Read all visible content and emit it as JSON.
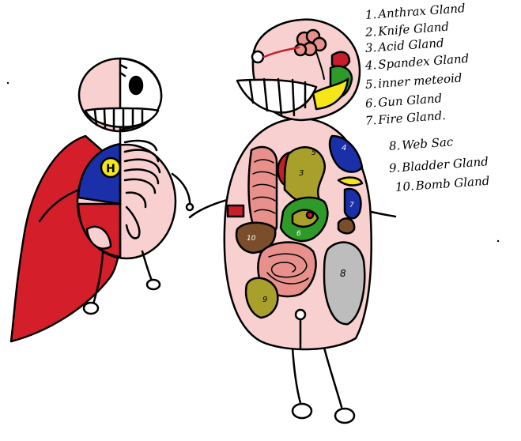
{
  "legend": {
    "items": [
      {
        "number": "1.",
        "label": "Anthrax Gland"
      },
      {
        "number": "2.",
        "label": "Knife Gland"
      },
      {
        "number": "3.",
        "label": "Acid Gland"
      },
      {
        "number": "4.",
        "label": "Spandex Gland"
      },
      {
        "number": "5.",
        "label": "inner meteoid"
      },
      {
        "number": "6.",
        "label": "Gun Gland"
      },
      {
        "number": "7.",
        "label": "Fire Gland."
      },
      {
        "number": "8.",
        "label": "Web Sac"
      },
      {
        "number": "9.",
        "label": "Bladder Gland"
      },
      {
        "number": "10.",
        "label": "Bomb Gland"
      }
    ]
  },
  "hero": {
    "chest_emblem": "H"
  },
  "organ_labels": {
    "acid": "3",
    "spandex": "4",
    "gun": "6",
    "fire": "7",
    "web_sac": "8",
    "bladder": "9",
    "bomb": "10",
    "meteoid": "5"
  },
  "colors": {
    "skin": "#f7d0cf",
    "cape": "#d41f2a",
    "suit_blue": "#1a2fa8",
    "emblem_yellow": "#f5e61a",
    "olive": "#a8a02a",
    "green": "#2e9a2a",
    "grey": "#bdbdbd",
    "brown": "#7a4e2a",
    "pink_intestine": "#e8908c"
  }
}
